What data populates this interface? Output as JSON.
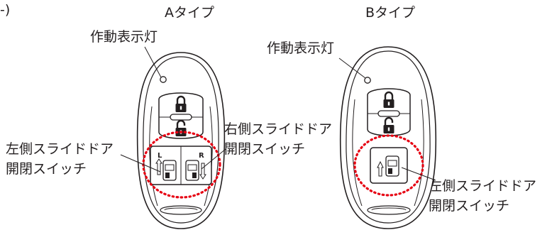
{
  "corner_fragment": "-)",
  "type_a": {
    "title": "Aタイプ",
    "indicator_label": "作動表示灯",
    "left_switch_label": [
      "左側スライドドア",
      "開閉スイッチ"
    ],
    "right_switch_label": [
      "右側スライドドア",
      "開閉スイッチ"
    ],
    "left_button_letter": "L",
    "right_button_letter": "R"
  },
  "type_b": {
    "title": "Bタイプ",
    "indicator_label": "作動表示灯",
    "switch_label": [
      "左側スライドドア",
      "開閉スイッチ"
    ]
  },
  "colors": {
    "highlight_circle": "#e60012",
    "line": "#231f20",
    "fob_body": "#ffffff",
    "buttons": "#ffffff"
  },
  "icons": [
    "lock-icon",
    "unlock-icon",
    "slide-door-icon"
  ]
}
